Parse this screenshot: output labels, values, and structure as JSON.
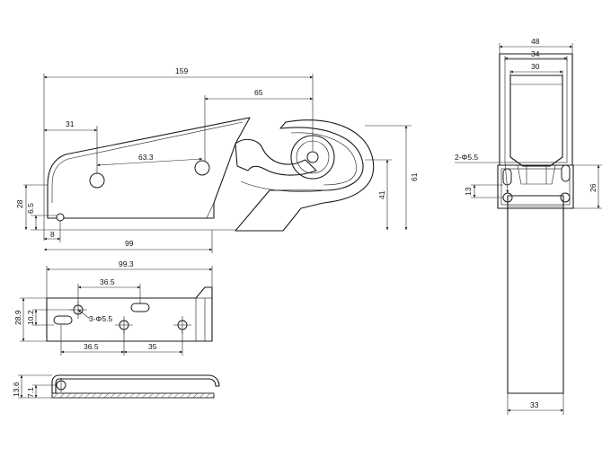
{
  "dims": {
    "side": {
      "overall_length": "159",
      "handle_offset": "65",
      "tip_offset": "31",
      "hole_spacing": "63.3",
      "height": "61",
      "roller_height": "41",
      "base_height": "28",
      "hole_height": "6.5",
      "hole_inset": "8",
      "base_length": "99"
    },
    "top": {
      "plate_length": "99.3",
      "slot_spacing_top": "36.5",
      "hole_callout": "3-Φ5.5",
      "plate_width": "28.9",
      "row_spacing": "10.2",
      "slot_spacing_bottom": "36.5",
      "hole_spacing": "35"
    },
    "section": {
      "height": "13.6",
      "hole_height": "7.1"
    },
    "front": {
      "overall_width": "48",
      "inner_width": "34",
      "handle_width": "30",
      "hole_callout": "2-Φ5.5",
      "hole_offset": "13",
      "plate_height": "26",
      "base_width": "33"
    }
  }
}
